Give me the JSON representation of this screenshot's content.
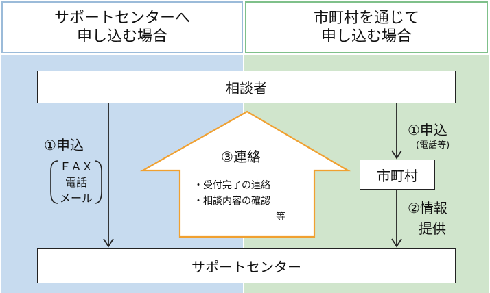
{
  "headers": {
    "left": "サポートセンターへ\n申し込む場合",
    "right": "市町村を通じて\n申し込む場合"
  },
  "boxes": {
    "consultant": "相談者",
    "municipality": "市町村",
    "center": "サポートセンター"
  },
  "left_flow": {
    "label": "①申込",
    "methods": [
      "ＦＡＸ",
      "電話",
      "メール"
    ]
  },
  "right_flow": {
    "label": "①申込",
    "note": "(電話等)",
    "step2_line1": "②情報",
    "step2_line2": "提供"
  },
  "contact_arrow": {
    "title": "③連絡",
    "items": [
      "・受付完了の連絡",
      "・相談内容の確認"
    ],
    "etc": "等"
  },
  "colors": {
    "left_bg": "#c7dbef",
    "right_bg": "#d0e5cc",
    "arrow_outline": "#f0a030"
  }
}
